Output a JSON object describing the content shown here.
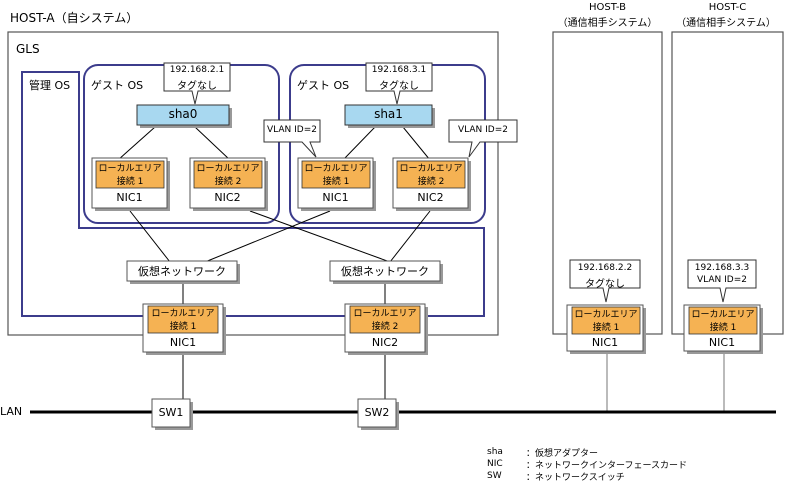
{
  "host_a": {
    "title": "HOST-A（自システム）",
    "gls_label": "GLS",
    "mgmt_os_label": "管理 OS",
    "guests": [
      {
        "label": "ゲスト OS",
        "callout_ip": "192.168.2.1",
        "callout_tag": "タグなし",
        "adapter": "sha0",
        "nics": [
          {
            "conn_line1": "ローカルエリア",
            "conn_line2": "接続 1",
            "nic": "NIC1"
          },
          {
            "conn_line1": "ローカルエリア",
            "conn_line2": "接続 2",
            "nic": "NIC2"
          }
        ]
      },
      {
        "label": "ゲスト OS",
        "callout_ip": "192.168.3.1",
        "callout_tag": "タグなし",
        "adapter": "sha1",
        "vlan_callouts": [
          "VLAN ID=2",
          "VLAN ID=2"
        ],
        "nics": [
          {
            "conn_line1": "ローカルエリア",
            "conn_line2": "接続 1",
            "nic": "NIC1"
          },
          {
            "conn_line1": "ローカルエリア",
            "conn_line2": "接続 2",
            "nic": "NIC2"
          }
        ]
      }
    ],
    "virtual_networks": [
      "仮想ネットワーク",
      "仮想ネットワーク"
    ],
    "physical_nics": [
      {
        "conn_line1": "ローカルエリア",
        "conn_line2": "接続 1",
        "nic": "NIC1"
      },
      {
        "conn_line1": "ローカルエリア",
        "conn_line2": "接続 2",
        "nic": "NIC2"
      }
    ]
  },
  "remote_hosts": [
    {
      "name": "HOST-B",
      "role": "（通信相手システム）",
      "callout_line1": "192.168.2.2",
      "callout_line2": "タグなし",
      "conn_line1": "ローカルエリア",
      "conn_line2": "接続 1",
      "nic": "NIC1"
    },
    {
      "name": "HOST-C",
      "role": "（通信相手システム）",
      "callout_line1": "192.168.3.3",
      "callout_line2": "VLAN ID=2",
      "conn_line1": "ローカルエリア",
      "conn_line2": "接続 1",
      "nic": "NIC1"
    }
  ],
  "lan": {
    "label": "LAN",
    "switches": [
      "SW1",
      "SW2"
    ]
  },
  "legend": [
    {
      "term": "sha",
      "desc": "：仮想アダプター"
    },
    {
      "term": "NIC",
      "desc": "：ネットワークインターフェースカード"
    },
    {
      "term": "SW",
      "desc": "：ネットワークスイッチ"
    }
  ],
  "colors": {
    "adapter_fill": "#a8d8f0",
    "connection_fill": "#f5b253",
    "os_border": "#3c3c8c",
    "box_border": "#555555",
    "shadow": "#999999"
  }
}
